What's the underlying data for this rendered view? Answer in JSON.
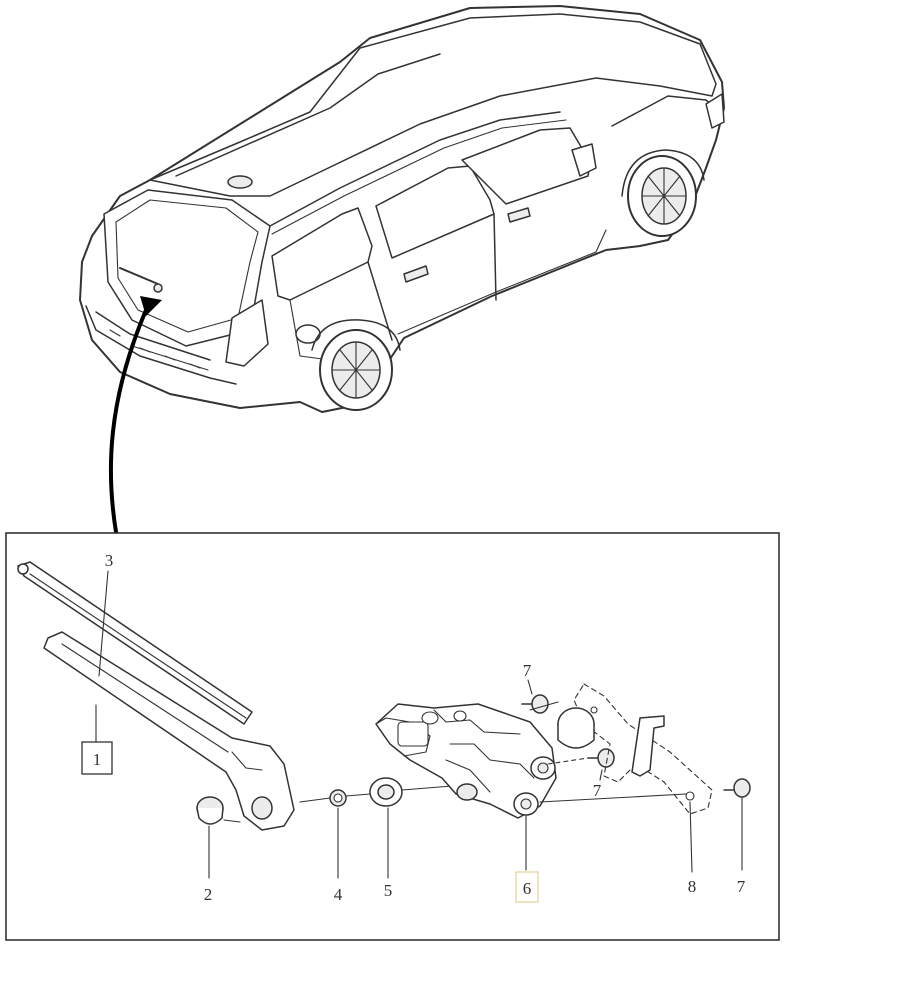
{
  "diagram": {
    "callouts": {
      "c1": "1",
      "c2": "2",
      "c3": "3",
      "c4": "4",
      "c5": "5",
      "c6": "6",
      "c7a": "7",
      "c7b": "7",
      "c7c": "7",
      "c8": "8"
    },
    "colors": {
      "stroke": "#333333",
      "highlight_box": "#e8d9a8",
      "background": "#ffffff"
    }
  }
}
